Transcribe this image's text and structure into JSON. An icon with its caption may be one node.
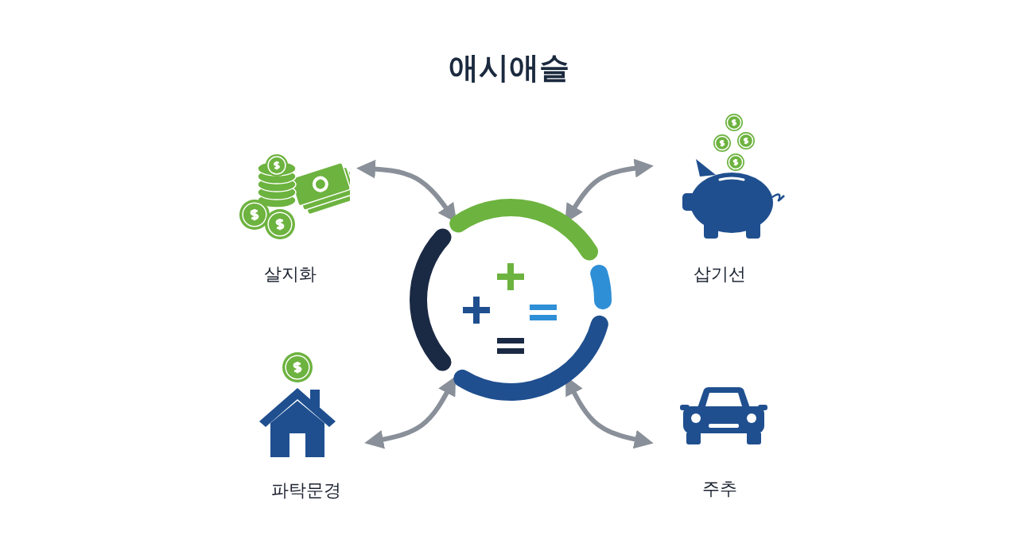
{
  "diagram": {
    "title": "애시애슬",
    "nodes": [
      {
        "text": [
          "살지화"
        ]
      },
      {
        "text": [
          "삽기선"
        ]
      },
      {
        "text": [],
        "shape": "circle"
      },
      {
        "text": [
          "파탁문경"
        ]
      },
      {
        "text": [
          "주추"
        ]
      }
    ],
    "edges": [
      {
        "from": 0,
        "to": 2,
        "arrow": "both"
      },
      {
        "from": 1,
        "to": 2,
        "arrow": "both"
      },
      {
        "from": 3,
        "to": 2,
        "arrow": "both"
      },
      {
        "from": 4,
        "to": 2,
        "arrow": "both"
      }
    ]
  }
}
